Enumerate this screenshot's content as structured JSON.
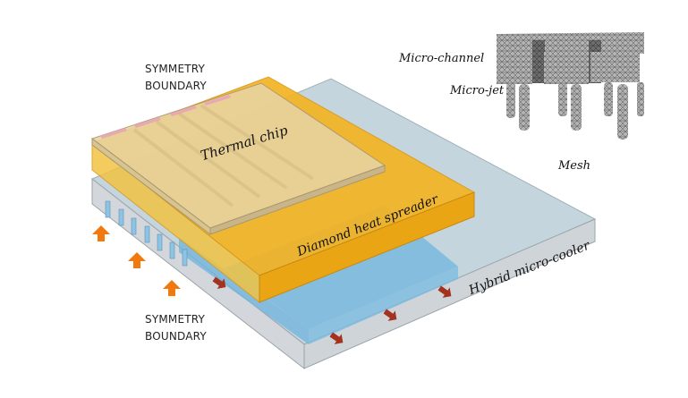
{
  "labels": {
    "symmetry_top": [
      "SYMMETRY",
      "BOUNDARY"
    ],
    "symmetry_bottom": [
      "SYMMETRY",
      "BOUNDARY"
    ],
    "thermal_chip": "Thermal chip",
    "diamond": "Diamond heat spreader",
    "cooler": "Hybrid micro-cooler",
    "micro_channel": "Micro-channel",
    "micro_jet": "Micro-jet",
    "mesh": "Mesh"
  },
  "colors": {
    "cooler": "#c9d6dd",
    "coolant": "#6fb3dc",
    "diamond": "#f2b21f",
    "chip": "#e6c98a",
    "inlet_arrow": "#f07a10",
    "outlet_arrow": "#a3321e",
    "mesh": "#9a9a9a"
  }
}
